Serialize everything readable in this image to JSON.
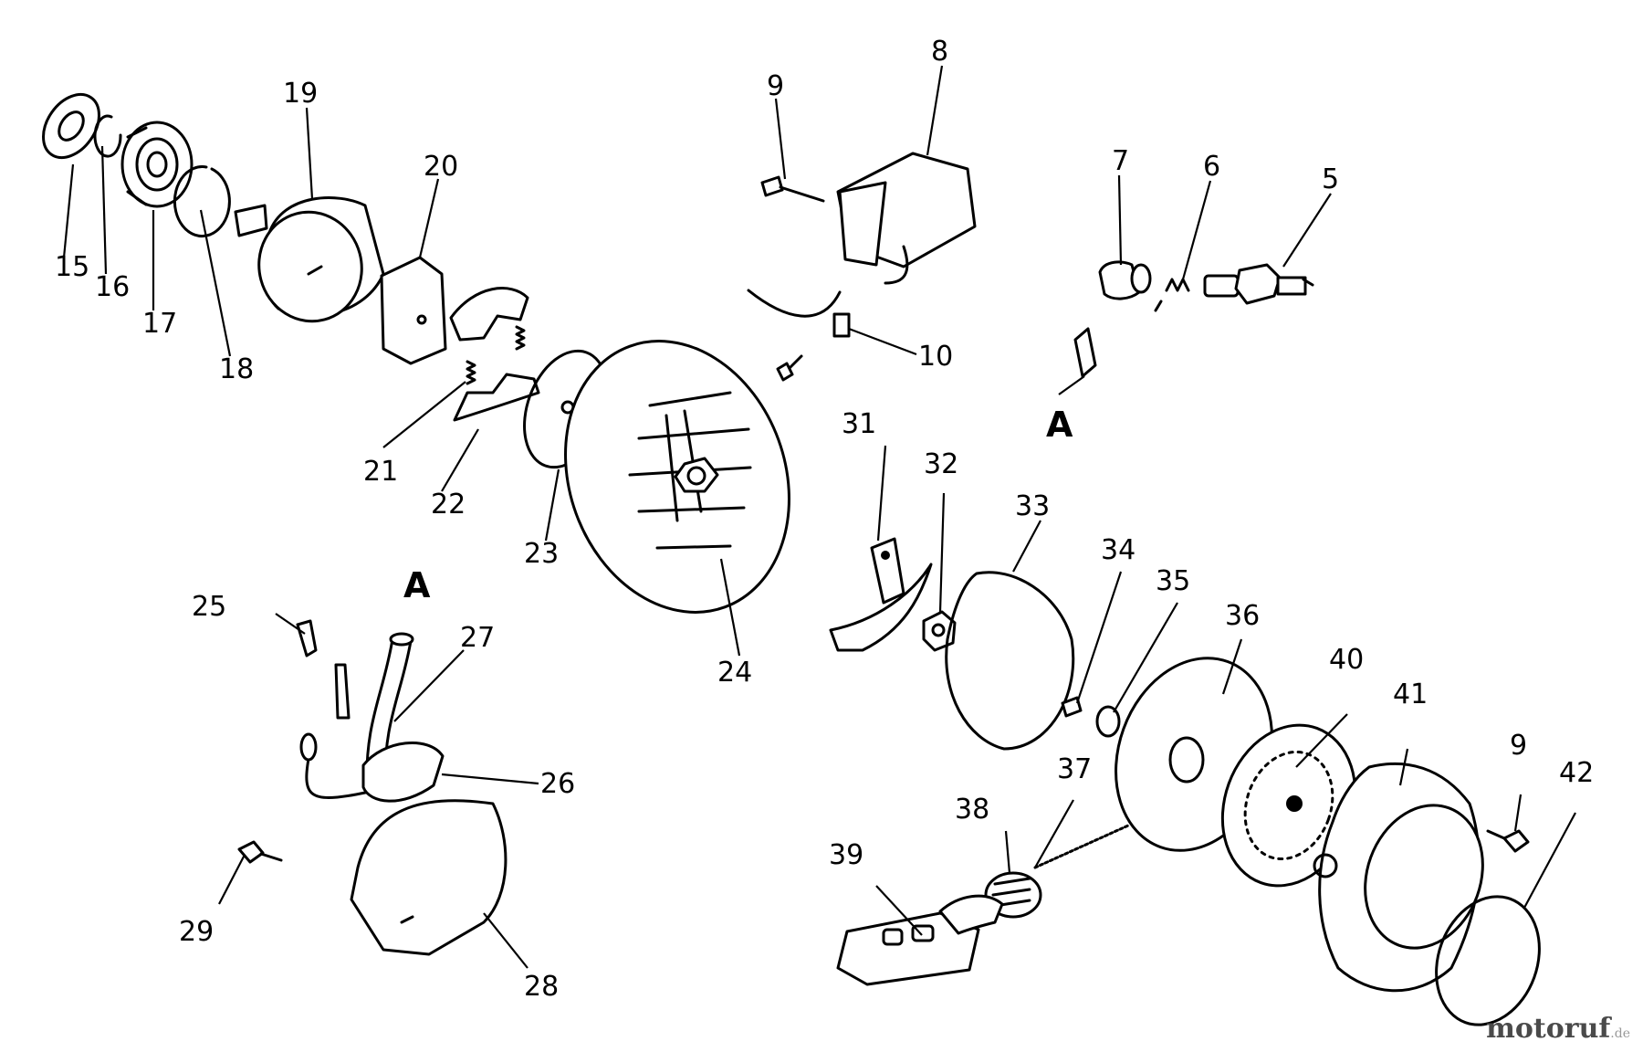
{
  "callouts": {
    "c5": "5",
    "c6": "6",
    "c7": "7",
    "c8": "8",
    "c9a": "9",
    "c10": "10",
    "c15": "15",
    "c16": "16",
    "c17": "17",
    "c18": "18",
    "c19": "19",
    "c20": "20",
    "c21": "21",
    "c22": "22",
    "c23": "23",
    "c24": "24",
    "c25": "25",
    "c26": "26",
    "c27": "27",
    "c28": "28",
    "c29": "29",
    "c31": "31",
    "c32": "32",
    "c33": "33",
    "c34": "34",
    "c35": "35",
    "c36": "36",
    "c37": "37",
    "c38": "38",
    "c39": "39",
    "c40": "40",
    "c41": "41",
    "c9b": "9",
    "c42": "42"
  },
  "connectors": {
    "upper": "A",
    "lower": "A"
  },
  "watermark": {
    "name": "motoruf",
    "tld": ".de"
  }
}
